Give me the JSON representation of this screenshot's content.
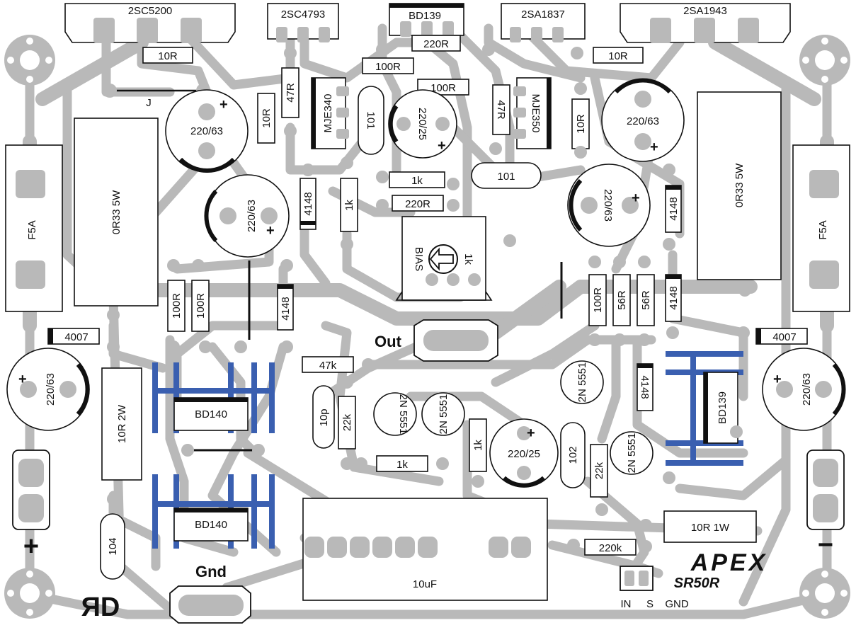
{
  "board": {
    "brand": "APEX",
    "model": "SR50R",
    "author_mark": "ЯD",
    "in_label": "IN",
    "s_label": "S",
    "gnd_small_label": "GND"
  },
  "terminals": {
    "out": "Out",
    "gnd": "Gnd",
    "plus": "+",
    "minus": "−"
  },
  "transistors": {
    "q_2sc5200": "2SC5200",
    "q_2sc4793": "2SC4793",
    "q_bd139_top": "BD139",
    "q_2sa1837": "2SA1837",
    "q_2sa1943": "2SA1943",
    "q_mje340": "MJE340",
    "q_mje350": "MJE350",
    "q_bd140_a": "BD140",
    "q_bd140_b": "BD140",
    "q_bd139_right": "BD139",
    "q_2n5551_a": "2N 5551",
    "q_2n5551_b": "2N 5551",
    "q_2n5551_c": "2N 5551",
    "q_2n5551_d": "2N 5551"
  },
  "resistors": {
    "r_10r_top_left": "10R",
    "r_10r_top_right": "10R",
    "r_220r_top": "220R",
    "r_100r_a": "100R",
    "r_100r_b": "100R",
    "r_47r_left": "47R",
    "r_10r_left_v": "10R",
    "r_47r_right": "47R",
    "r_10r_right_v": "10R",
    "r_1k_h": "1k",
    "r_220r_mid": "220R",
    "r_1k_v": "1k",
    "r_0r33_left": "0R33 5W",
    "r_0r33_right": "0R33 5W",
    "r_100r_v1": "100R",
    "r_100r_v2": "100R",
    "r_100r_v3": "100R",
    "r_56r_v1": "56R",
    "r_56r_v2": "56R",
    "r_47k": "47k",
    "r_22k_a": "22k",
    "r_22k_b": "22k",
    "r_1k_low_h": "1k",
    "r_1k_low_v": "1k",
    "r_10r_2w": "10R 2W",
    "r_10r_1w": "10R 1W",
    "r_220k": "220k",
    "pot_bias": "BIAS",
    "pot_value": "1k"
  },
  "capacitors": {
    "c_220_63_a": "220/63",
    "c_220_63_b": "220/63",
    "c_220_63_c": "220/63",
    "c_220_63_d": "220/63",
    "c_220_63_e": "220/63",
    "c_220_63_f": "220/63",
    "c_220_25_a": "220/25",
    "c_220_25_b": "220/25",
    "c_101_a": "101",
    "c_101_b": "101",
    "c_10p": "10p",
    "c_102": "102",
    "c_104": "104",
    "c_10uf": "10uF"
  },
  "diodes": {
    "d_4148_a": "4148",
    "d_4148_b": "4148",
    "d_4148_c": "4148",
    "d_4148_d": "4148",
    "d_4148_e": "4148",
    "d_4007_left": "4007",
    "d_4007_right": "4007"
  },
  "fuses": {
    "f_left": "F5A",
    "f_right": "F5A"
  },
  "jumper": "J",
  "colors": {
    "track": "#b9b9b9",
    "heatsink": "#3a5fb0",
    "silkscreen": "#111111"
  }
}
